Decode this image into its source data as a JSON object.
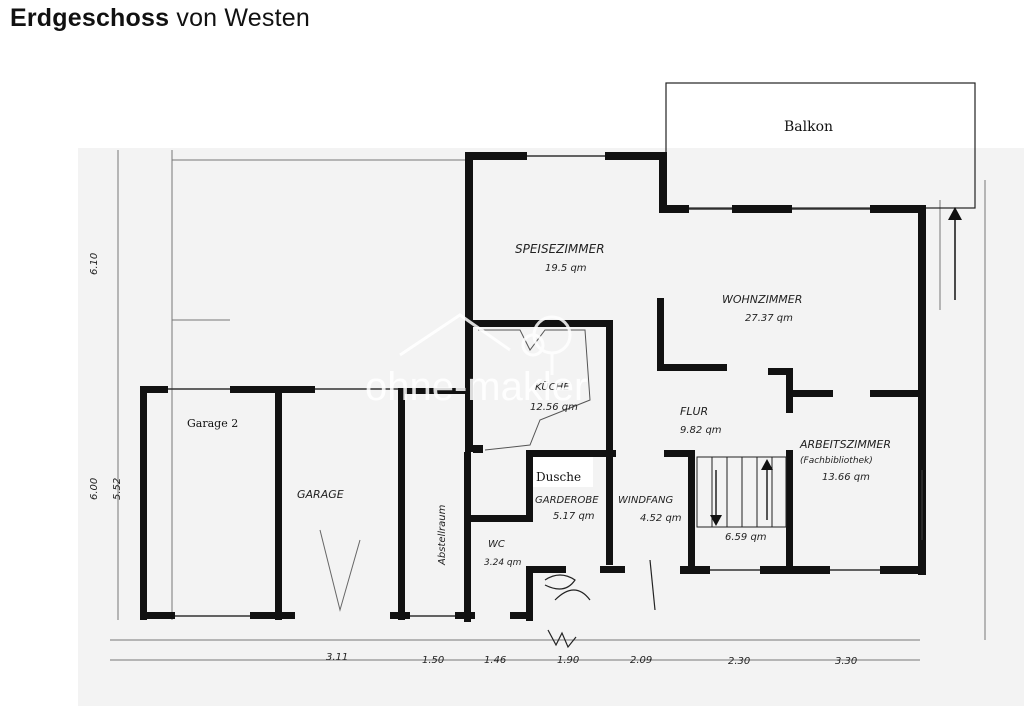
{
  "title": {
    "bold": "Erdgeschoss",
    "regular": "von Westen"
  },
  "watermark": "ohne-makler",
  "annotations": {
    "balkon": "Balkon",
    "garage2": "Garage 2",
    "dusche": "Dusche"
  },
  "rooms": {
    "speisezimmer": {
      "name": "SPEISEZIMMER",
      "area": "19.5 qm"
    },
    "wohnzimmer": {
      "name": "WOHNZIMMER",
      "area": "27.37 qm"
    },
    "kueche": {
      "name": "KÜCHE",
      "area": "12.56 qm"
    },
    "flur": {
      "name": "FLUR",
      "area": "9.82 qm"
    },
    "arbeitszimmer": {
      "name": "ARBEITSZIMMER",
      "sub": "(Fachbibliothek)",
      "area": "13.66 qm"
    },
    "garage": {
      "name": "GARAGE"
    },
    "abstellraum": {
      "name": "Abstellraum"
    },
    "garderobe": {
      "name": "GARDEROBE",
      "area": "5.17 qm"
    },
    "windfang": {
      "name": "WINDFANG",
      "area": "4.52 qm"
    },
    "wc": {
      "name": "WC",
      "area": "3.24 qm"
    },
    "treppe": {
      "area": "6.59 qm"
    }
  },
  "dimensions": {
    "bottom": [
      "3.11",
      "1.50",
      "1.46",
      "1.90",
      "2.09",
      "2.30",
      "3.30"
    ],
    "left": [
      "6.10",
      "6.00",
      "5.52"
    ]
  },
  "colors": {
    "wall": "#111111",
    "paper": "#f3f3f3",
    "watermark": "#ffffff"
  }
}
